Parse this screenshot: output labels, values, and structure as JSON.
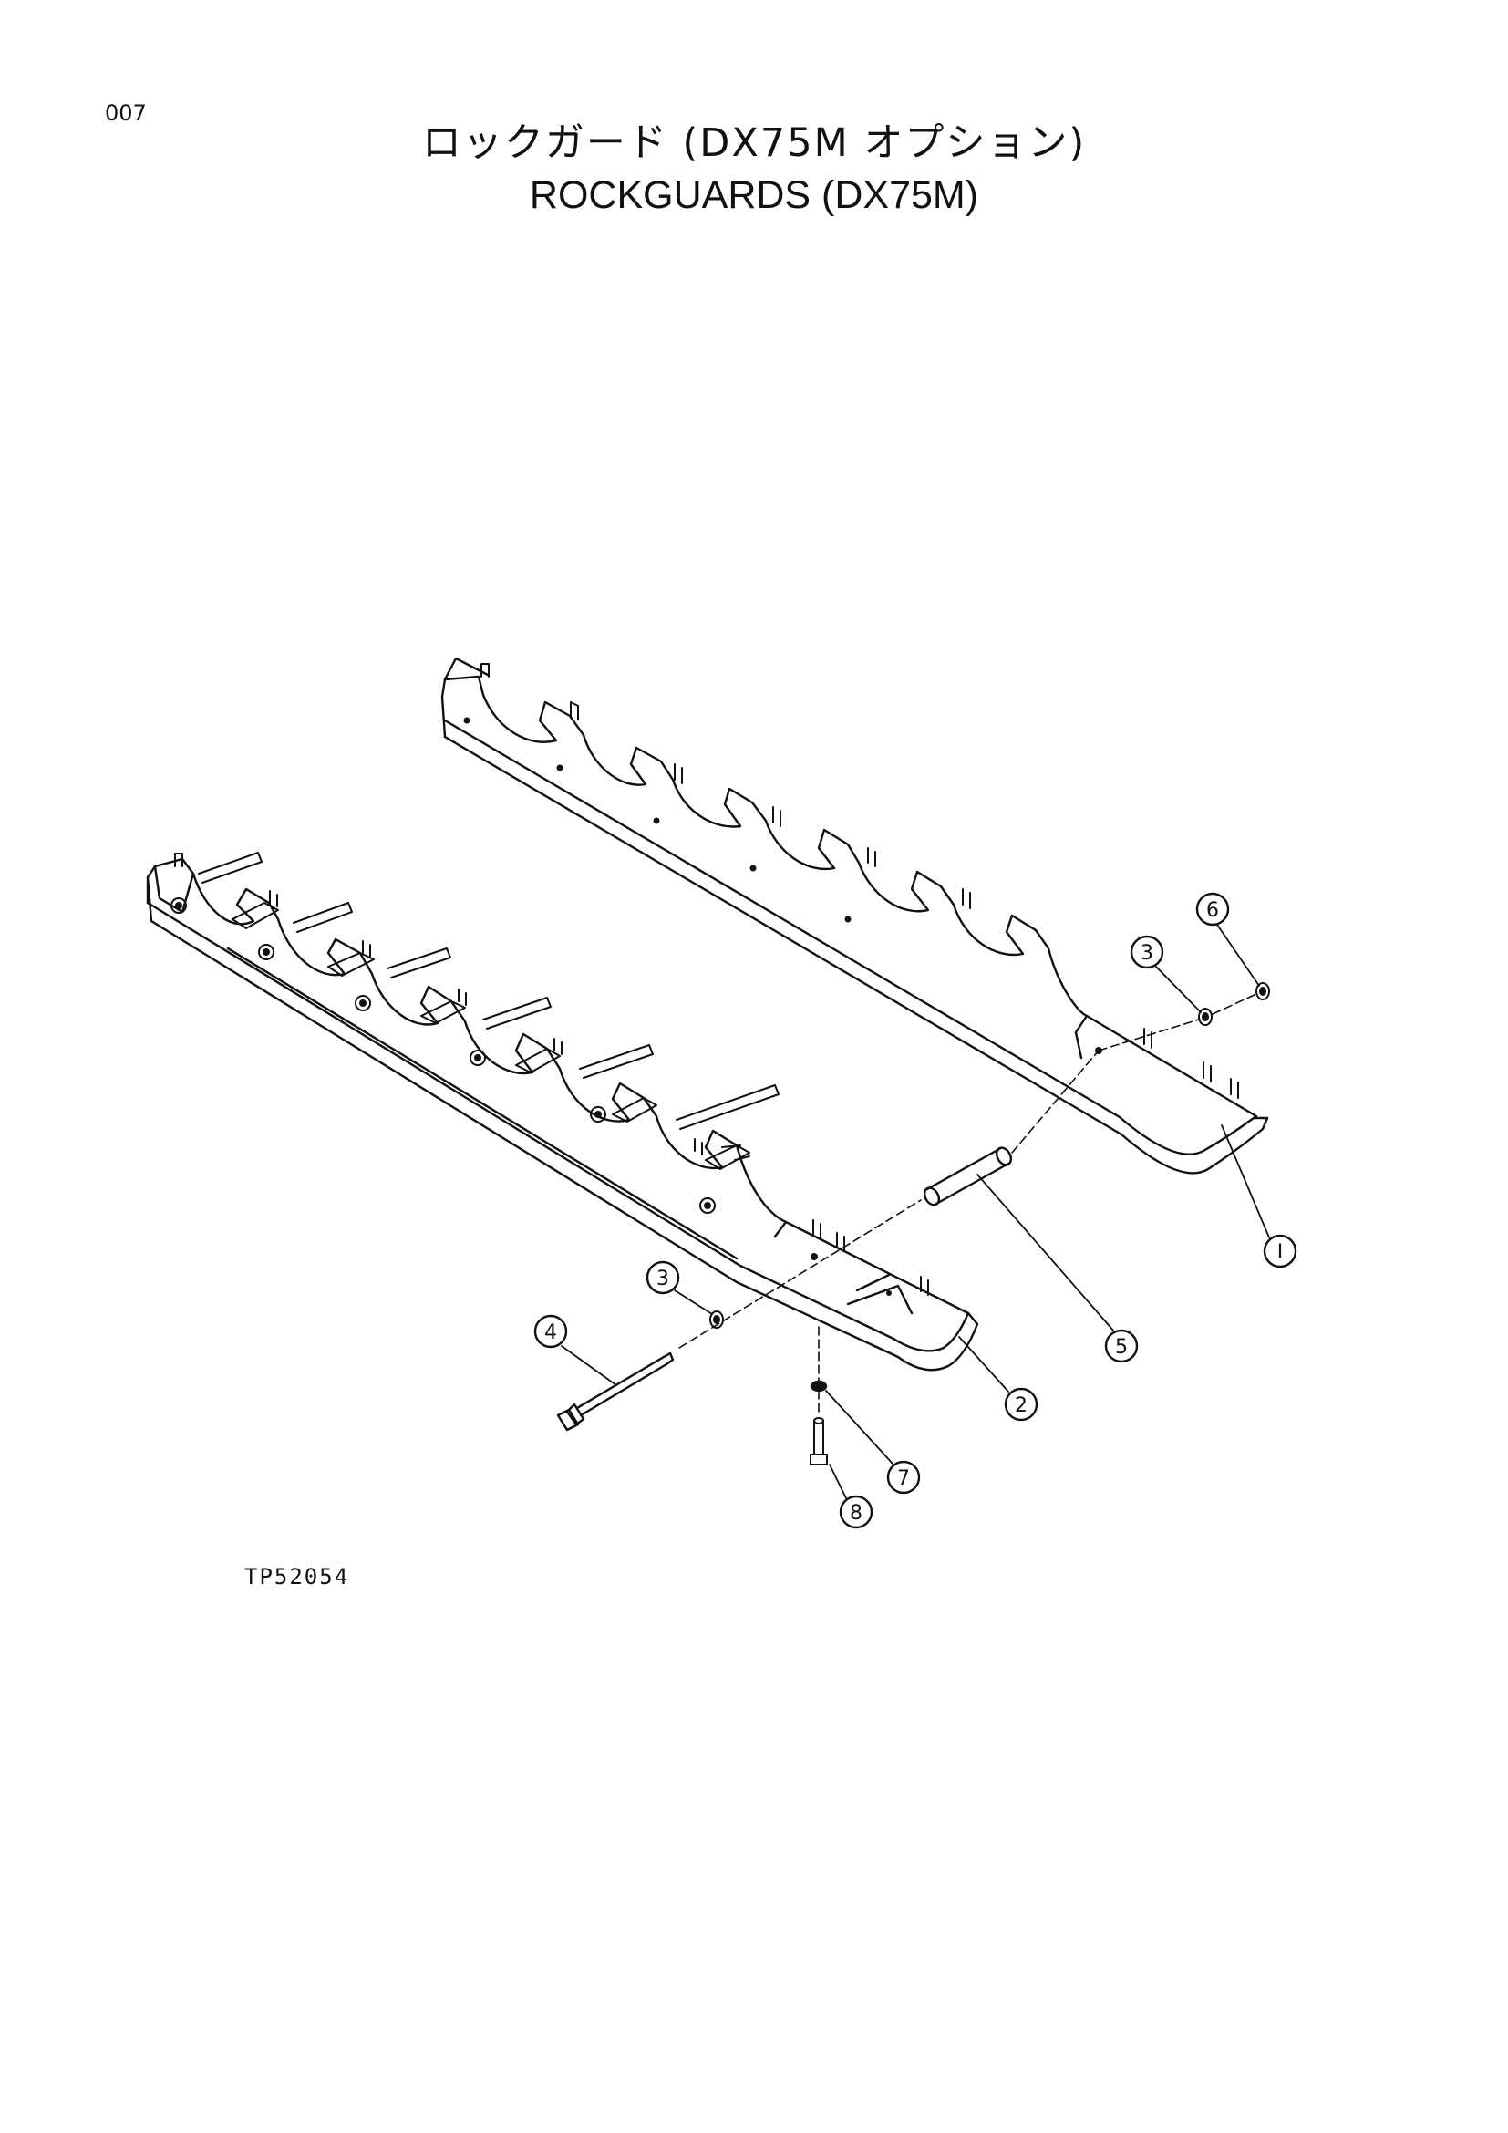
{
  "page": {
    "number": "007"
  },
  "title": {
    "japanese": "ロックガード (DX75M オプション)",
    "english": "ROCKGUARDS  (DX75M)"
  },
  "drawing_code": "TP52054",
  "callouts": [
    {
      "id": "c1",
      "label": "Ⅰ"
    },
    {
      "id": "c2",
      "label": "2"
    },
    {
      "id": "c3a",
      "label": "3"
    },
    {
      "id": "c3b",
      "label": "3"
    },
    {
      "id": "c4",
      "label": "4"
    },
    {
      "id": "c5",
      "label": "5"
    },
    {
      "id": "c6",
      "label": "6"
    },
    {
      "id": "c7",
      "label": "7"
    },
    {
      "id": "c8",
      "label": "8"
    }
  ],
  "colors": {
    "ink": "#111111",
    "paper": "#ffffff"
  }
}
